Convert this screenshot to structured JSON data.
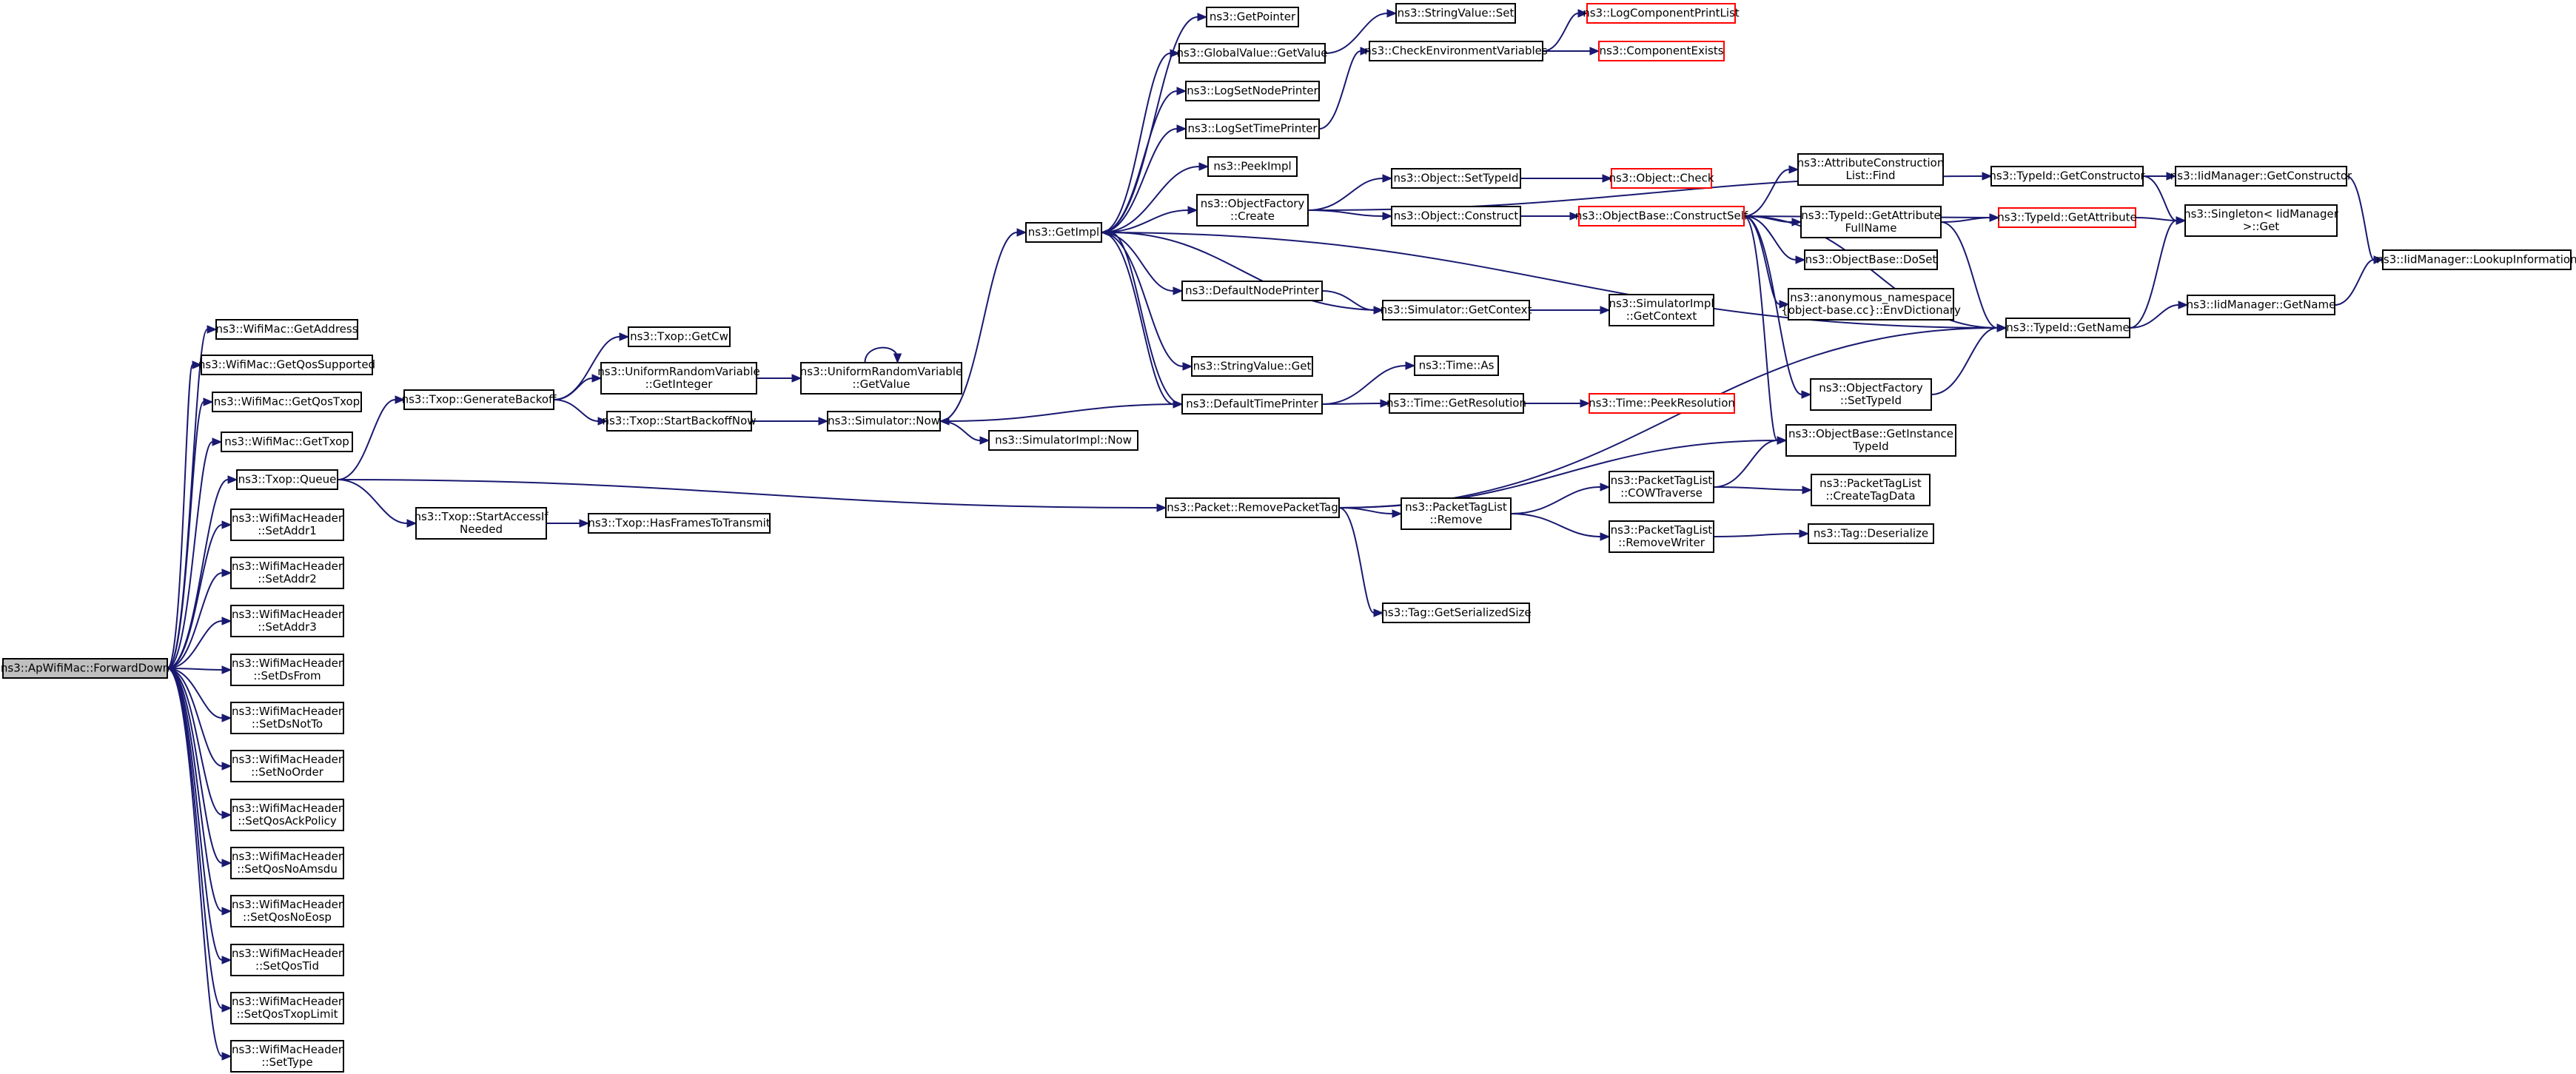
{
  "nodes": [
    {
      "id": "fwd",
      "lines": [
        "ns3::ApWifiMac::ForwardDown"
      ],
      "root": true
    },
    {
      "id": "getaddr",
      "lines": [
        "ns3::WifiMac::GetAddress"
      ]
    },
    {
      "id": "getqossup",
      "lines": [
        "ns3::WifiMac::GetQosSupported"
      ]
    },
    {
      "id": "getqostxop",
      "lines": [
        "ns3::WifiMac::GetQosTxop"
      ]
    },
    {
      "id": "gettxop",
      "lines": [
        "ns3::WifiMac::GetTxop"
      ]
    },
    {
      "id": "queue",
      "lines": [
        "ns3::Txop::Queue"
      ]
    },
    {
      "id": "setaddr1",
      "lines": [
        "ns3::WifiMacHeader",
        "::SetAddr1"
      ]
    },
    {
      "id": "setaddr2",
      "lines": [
        "ns3::WifiMacHeader",
        "::SetAddr2"
      ]
    },
    {
      "id": "setaddr3",
      "lines": [
        "ns3::WifiMacHeader",
        "::SetAddr3"
      ]
    },
    {
      "id": "setdsfrom",
      "lines": [
        "ns3::WifiMacHeader",
        "::SetDsFrom"
      ]
    },
    {
      "id": "setdsnotto",
      "lines": [
        "ns3::WifiMacHeader",
        "::SetDsNotTo"
      ]
    },
    {
      "id": "setnoorder",
      "lines": [
        "ns3::WifiMacHeader",
        "::SetNoOrder"
      ]
    },
    {
      "id": "setqosack",
      "lines": [
        "ns3::WifiMacHeader",
        "::SetQosAckPolicy"
      ]
    },
    {
      "id": "setqosnoamsdu",
      "lines": [
        "ns3::WifiMacHeader",
        "::SetQosNoAmsdu"
      ]
    },
    {
      "id": "setqosnoeosp",
      "lines": [
        "ns3::WifiMacHeader",
        "::SetQosNoEosp"
      ]
    },
    {
      "id": "setqostid",
      "lines": [
        "ns3::WifiMacHeader",
        "::SetQosTid"
      ]
    },
    {
      "id": "setqostxoplimit",
      "lines": [
        "ns3::WifiMacHeader",
        "::SetQosTxopLimit"
      ]
    },
    {
      "id": "settype",
      "lines": [
        "ns3::WifiMacHeader",
        "::SetType"
      ]
    },
    {
      "id": "genbackoff",
      "lines": [
        "ns3::Txop::GenerateBackoff"
      ]
    },
    {
      "id": "startaccess",
      "lines": [
        "ns3::Txop::StartAccessIf",
        "Needed"
      ]
    },
    {
      "id": "getcw",
      "lines": [
        "ns3::Txop::GetCw"
      ]
    },
    {
      "id": "urvgetint",
      "lines": [
        "ns3::UniformRandomVariable",
        "::GetInteger"
      ]
    },
    {
      "id": "startbackoffnow",
      "lines": [
        "ns3::Txop::StartBackoffNow"
      ]
    },
    {
      "id": "hasframes",
      "lines": [
        "ns3::Txop::HasFramesToTransmit"
      ]
    },
    {
      "id": "urvgetval",
      "lines": [
        "ns3::UniformRandomVariable",
        "::GetValue"
      ]
    },
    {
      "id": "simnow",
      "lines": [
        "ns3::Simulator::Now"
      ]
    },
    {
      "id": "simimplnow",
      "lines": [
        "ns3::SimulatorImpl::Now"
      ]
    },
    {
      "id": "getimpl",
      "lines": [
        "ns3::GetImpl"
      ]
    },
    {
      "id": "getpointer",
      "lines": [
        "ns3::GetPointer"
      ]
    },
    {
      "id": "gvgetvalue",
      "lines": [
        "ns3::GlobalValue::GetValue"
      ]
    },
    {
      "id": "lognodeprinter",
      "lines": [
        "ns3::LogSetNodePrinter"
      ]
    },
    {
      "id": "logtimeprinter",
      "lines": [
        "ns3::LogSetTimePrinter"
      ]
    },
    {
      "id": "peekimpl",
      "lines": [
        "ns3::PeekImpl"
      ]
    },
    {
      "id": "ofcreate",
      "lines": [
        "ns3::ObjectFactory",
        "::Create"
      ]
    },
    {
      "id": "defnodeprinter",
      "lines": [
        "ns3::DefaultNodePrinter"
      ]
    },
    {
      "id": "svget",
      "lines": [
        "ns3::StringValue::Get"
      ]
    },
    {
      "id": "deftimeprinter",
      "lines": [
        "ns3::DefaultTimePrinter"
      ]
    },
    {
      "id": "removepackettag",
      "lines": [
        "ns3::Packet::RemovePacketTag"
      ]
    },
    {
      "id": "svset",
      "lines": [
        "ns3::StringValue::Set"
      ]
    },
    {
      "id": "checkenv",
      "lines": [
        "ns3::CheckEnvironmentVariables"
      ]
    },
    {
      "id": "objsettypeid",
      "lines": [
        "ns3::Object::SetTypeId"
      ]
    },
    {
      "id": "objconstruct",
      "lines": [
        "ns3::Object::Construct"
      ]
    },
    {
      "id": "simgetcontext",
      "lines": [
        "ns3::Simulator::GetContext"
      ]
    },
    {
      "id": "timeas",
      "lines": [
        "ns3::Time::As"
      ]
    },
    {
      "id": "timegetres",
      "lines": [
        "ns3::Time::GetResolution"
      ]
    },
    {
      "id": "ptlremove",
      "lines": [
        "ns3::PacketTagList",
        "::Remove"
      ]
    },
    {
      "id": "taggetsize",
      "lines": [
        "ns3::Tag::GetSerializedSize"
      ]
    },
    {
      "id": "logcomplist",
      "lines": [
        "ns3::LogComponentPrintList"
      ],
      "trunc": true
    },
    {
      "id": "compexists",
      "lines": [
        "ns3::ComponentExists"
      ],
      "trunc": true
    },
    {
      "id": "objcheck",
      "lines": [
        "ns3::Object::Check"
      ],
      "trunc": true
    },
    {
      "id": "obconstructself",
      "lines": [
        "ns3::ObjectBase::ConstructSelf"
      ],
      "trunc": true
    },
    {
      "id": "simimplgetctx",
      "lines": [
        "ns3::SimulatorImpl",
        "::GetContext"
      ]
    },
    {
      "id": "timepeekres",
      "lines": [
        "ns3::Time::PeekResolution"
      ],
      "trunc": true
    },
    {
      "id": "ptlcow",
      "lines": [
        "ns3::PacketTagList",
        "::COWTraverse"
      ]
    },
    {
      "id": "ptlremwriter",
      "lines": [
        "ns3::PacketTagList",
        "::RemoveWriter"
      ]
    },
    {
      "id": "acllistfind",
      "lines": [
        "ns3::AttributeConstruction",
        "List::Find"
      ]
    },
    {
      "id": "tidgetattrfull",
      "lines": [
        "ns3::TypeId::GetAttribute",
        "FullName"
      ]
    },
    {
      "id": "obdoset",
      "lines": [
        "ns3::ObjectBase::DoSet"
      ]
    },
    {
      "id": "envdict",
      "lines": [
        "ns3::anonymous_namespace",
        "{object-base.cc}::EnvDictionary"
      ]
    },
    {
      "id": "ofsettypeid",
      "lines": [
        "ns3::ObjectFactory",
        "::SetTypeId"
      ]
    },
    {
      "id": "obgetinst",
      "lines": [
        "ns3::ObjectBase::GetInstance",
        "TypeId"
      ]
    },
    {
      "id": "ptlcreatetag",
      "lines": [
        "ns3::PacketTagList",
        "::CreateTagData"
      ]
    },
    {
      "id": "tagdeser",
      "lines": [
        "ns3::Tag::Deserialize"
      ]
    },
    {
      "id": "tidgetctor",
      "lines": [
        "ns3::TypeId::GetConstructor"
      ]
    },
    {
      "id": "tidgetattr",
      "lines": [
        "ns3::TypeId::GetAttribute"
      ],
      "trunc": true
    },
    {
      "id": "tidgetname",
      "lines": [
        "ns3::TypeId::GetName"
      ]
    },
    {
      "id": "iidgetctor",
      "lines": [
        "ns3::IidManager::GetConstructor"
      ]
    },
    {
      "id": "singletonget",
      "lines": [
        "ns3::Singleton< IidManager",
        " >::Get"
      ]
    },
    {
      "id": "iidgetname",
      "lines": [
        "ns3::IidManager::GetName"
      ]
    },
    {
      "id": "iidlookup",
      "lines": [
        "ns3::IidManager::LookupInformation"
      ]
    }
  ],
  "edges": [
    [
      "fwd",
      "getaddr"
    ],
    [
      "fwd",
      "getqossup"
    ],
    [
      "fwd",
      "getqostxop"
    ],
    [
      "fwd",
      "gettxop"
    ],
    [
      "fwd",
      "queue"
    ],
    [
      "fwd",
      "setaddr1"
    ],
    [
      "fwd",
      "setaddr2"
    ],
    [
      "fwd",
      "setaddr3"
    ],
    [
      "fwd",
      "setdsfrom"
    ],
    [
      "fwd",
      "setdsnotto"
    ],
    [
      "fwd",
      "setnoorder"
    ],
    [
      "fwd",
      "setqosack"
    ],
    [
      "fwd",
      "setqosnoamsdu"
    ],
    [
      "fwd",
      "setqosnoeosp"
    ],
    [
      "fwd",
      "setqostid"
    ],
    [
      "fwd",
      "setqostxoplimit"
    ],
    [
      "fwd",
      "settype"
    ],
    [
      "queue",
      "genbackoff"
    ],
    [
      "queue",
      "startaccess"
    ],
    [
      "queue",
      "removepackettag"
    ],
    [
      "genbackoff",
      "getcw"
    ],
    [
      "genbackoff",
      "urvgetint"
    ],
    [
      "genbackoff",
      "startbackoffnow"
    ],
    [
      "urvgetint",
      "urvgetval"
    ],
    [
      "urvgetval",
      "urvgetval"
    ],
    [
      "startbackoffnow",
      "simnow"
    ],
    [
      "startaccess",
      "hasframes"
    ],
    [
      "simnow",
      "getimpl"
    ],
    [
      "simnow",
      "simimplnow"
    ],
    [
      "getimpl",
      "getpointer"
    ],
    [
      "getimpl",
      "gvgetvalue"
    ],
    [
      "getimpl",
      "lognodeprinter"
    ],
    [
      "getimpl",
      "logtimeprinter"
    ],
    [
      "getimpl",
      "peekimpl"
    ],
    [
      "getimpl",
      "ofcreate"
    ],
    [
      "getimpl",
      "defnodeprinter"
    ],
    [
      "getimpl",
      "svget"
    ],
    [
      "getimpl",
      "deftimeprinter"
    ],
    [
      "getimpl",
      "tidgetname"
    ],
    [
      "gvgetvalue",
      "svset"
    ],
    [
      "logtimeprinter",
      "checkenv"
    ],
    [
      "checkenv",
      "logcomplist"
    ],
    [
      "checkenv",
      "compexists"
    ],
    [
      "ofcreate",
      "objsettypeid"
    ],
    [
      "ofcreate",
      "objconstruct"
    ],
    [
      "ofcreate",
      "tidgetctor"
    ],
    [
      "objsettypeid",
      "objcheck"
    ],
    [
      "objconstruct",
      "obconstructself"
    ],
    [
      "defnodeprinter",
      "simgetcontext"
    ],
    [
      "simgetcontext",
      "getimpl"
    ],
    [
      "simgetcontext",
      "simimplgetctx"
    ],
    [
      "deftimeprinter",
      "getimpl"
    ],
    [
      "deftimeprinter",
      "timeas"
    ],
    [
      "deftimeprinter",
      "timegetres"
    ],
    [
      "deftimeprinter",
      "simnow"
    ],
    [
      "timegetres",
      "timepeekres"
    ],
    [
      "obconstructself",
      "acllistfind"
    ],
    [
      "obconstructself",
      "tidgetattrfull"
    ],
    [
      "obconstructself",
      "obdoset"
    ],
    [
      "obconstructself",
      "envdict"
    ],
    [
      "obconstructself",
      "ofsettypeid"
    ],
    [
      "obconstructself",
      "obgetinst"
    ],
    [
      "obconstructself",
      "tidgetattr"
    ],
    [
      "obconstructself",
      "tidgetname"
    ],
    [
      "tidgetattrfull",
      "tidgetattr"
    ],
    [
      "tidgetattrfull",
      "tidgetname"
    ],
    [
      "ofsettypeid",
      "tidgetname"
    ],
    [
      "removepackettag",
      "ptlremove"
    ],
    [
      "removepackettag",
      "taggetsize"
    ],
    [
      "removepackettag",
      "obgetinst"
    ],
    [
      "removepackettag",
      "tidgetname"
    ],
    [
      "ptlremove",
      "ptlcow"
    ],
    [
      "ptlremove",
      "ptlremwriter"
    ],
    [
      "ptlcow",
      "ptlcreatetag"
    ],
    [
      "ptlcow",
      "obgetinst"
    ],
    [
      "ptlremwriter",
      "tagdeser"
    ],
    [
      "tidgetctor",
      "iidgetctor"
    ],
    [
      "tidgetctor",
      "singletonget"
    ],
    [
      "iidgetctor",
      "iidlookup"
    ],
    [
      "tidgetattr",
      "singletonget"
    ],
    [
      "tidgetname",
      "singletonget"
    ],
    [
      "tidgetname",
      "iidgetname"
    ],
    [
      "iidgetname",
      "iidlookup"
    ]
  ]
}
